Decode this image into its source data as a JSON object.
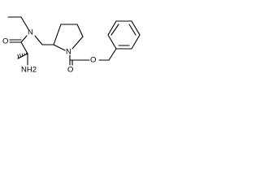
{
  "molecule": {
    "atoms": {
      "n_amide": "N",
      "o_amide": "O",
      "nh2": "NH2",
      "n_ring": "N",
      "o_carbamate_carbonyl": "O",
      "o_carbamate_ester": "O"
    }
  }
}
